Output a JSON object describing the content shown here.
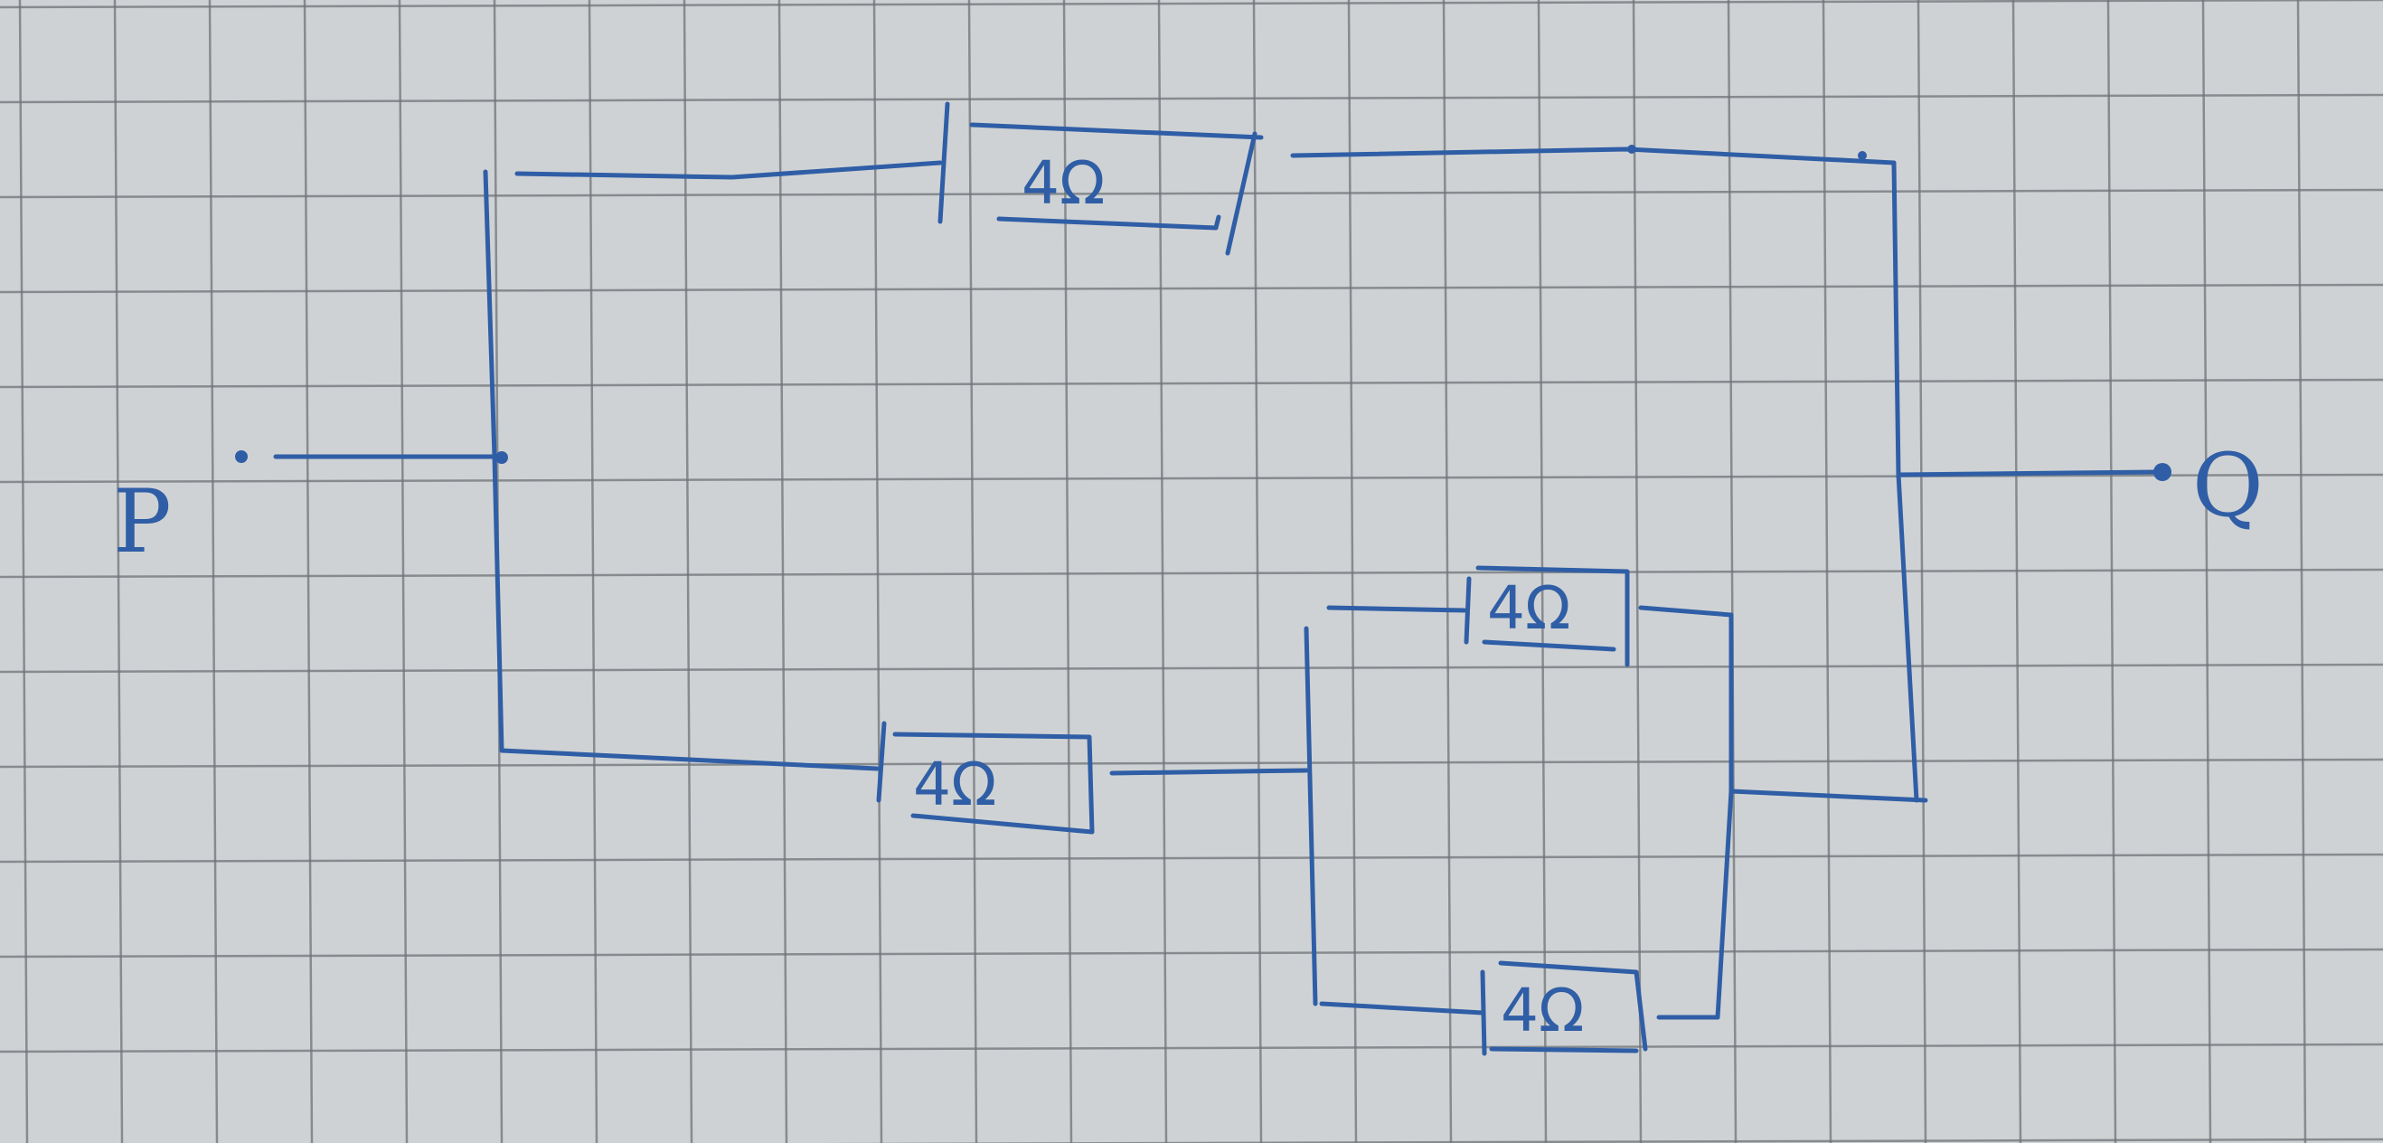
{
  "diagram": {
    "type": "circuit",
    "terminals": {
      "p": "P",
      "q": "Q"
    },
    "resistors": {
      "top": "4Ω",
      "bottom_series": "4Ω",
      "upper_parallel": "4Ω",
      "lower_parallel": "4Ω"
    },
    "colors": {
      "paper": "#cfd2d4",
      "grid": "#6f7478",
      "ink": "#2f5ea6"
    }
  }
}
